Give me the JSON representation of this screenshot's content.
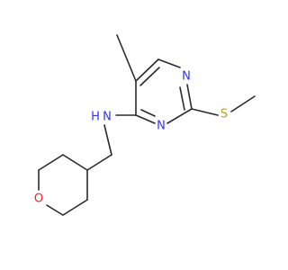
{
  "molecule": {
    "atoms": {
      "n1": {
        "symbol": "N",
        "color": "#3333ff"
      },
      "n3": {
        "symbol": "N",
        "color": "#3333ff"
      },
      "nh": {
        "symbol": "N",
        "color": "#3333ff"
      },
      "h": {
        "symbol": "H",
        "color": "#3333ff"
      },
      "s": {
        "symbol": "S",
        "color": "#c8a000"
      },
      "o": {
        "symbol": "O",
        "color": "#ff2020"
      }
    },
    "bond_color": "#2a2a2a"
  }
}
